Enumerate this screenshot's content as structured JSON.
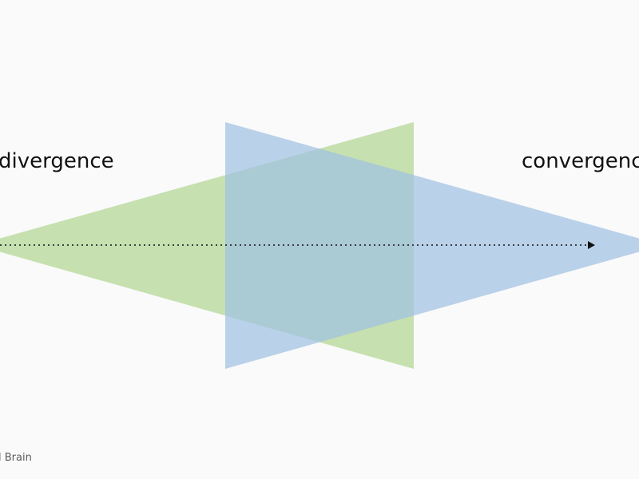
{
  "labels": {
    "left": "divergence",
    "right": "convergence"
  },
  "footer": {
    "brand_text": "l Brain"
  },
  "colors": {
    "background": "#fafafa",
    "divergence_shape": "#b7d99b",
    "convergence_shape": "#a9c6e4",
    "overlap": "#9cc4a6",
    "arrow": "#111111",
    "text": "#111111"
  },
  "icons": {
    "arrow_head": "arrow-right-icon"
  }
}
